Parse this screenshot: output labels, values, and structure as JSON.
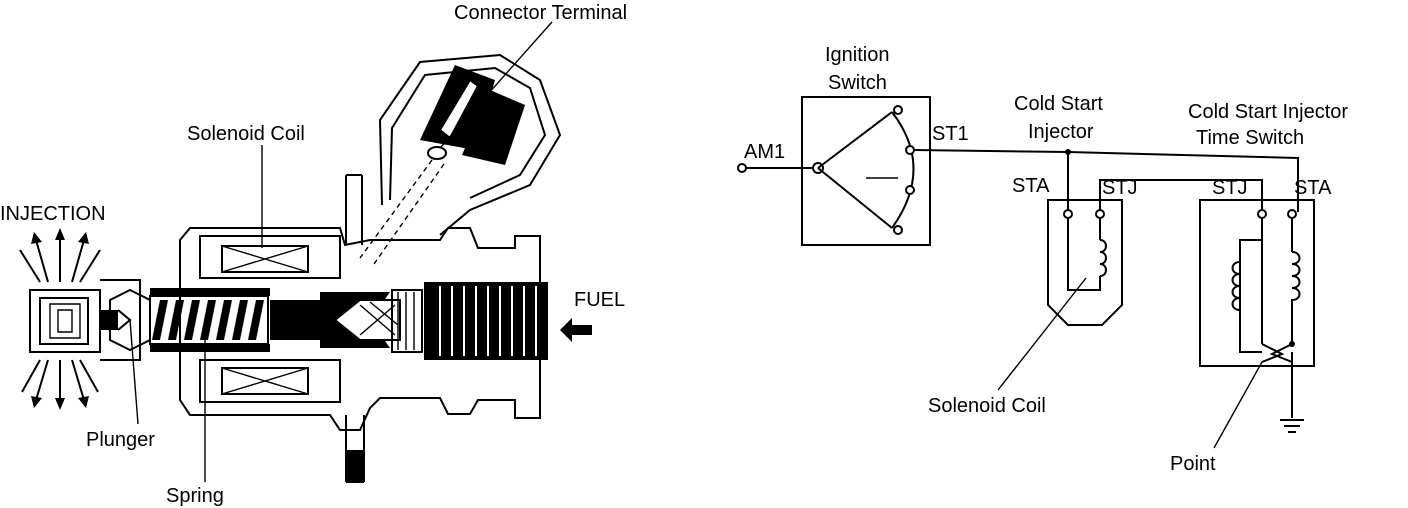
{
  "left_diagram": {
    "connector_terminal": "Connector Terminal",
    "solenoid_coil": "Solenoid Coil",
    "injection": "INJECTION",
    "fuel": "FUEL",
    "plunger": "Plunger",
    "spring": "Spring"
  },
  "right_diagram": {
    "ignition_switch_line1": "Ignition",
    "ignition_switch_line2": "Switch",
    "am1": "AM1",
    "st1": "ST1",
    "cold_start_injector_line1": "Cold Start",
    "cold_start_injector_line2": "Injector",
    "time_switch_line1": "Cold Start Injector",
    "time_switch_line2": "Time Switch",
    "sta_injector": "STA",
    "stj_injector": "STJ",
    "stj_switch": "STJ",
    "sta_switch": "STA",
    "solenoid_coil": "Solenoid Coil",
    "point": "Point"
  }
}
